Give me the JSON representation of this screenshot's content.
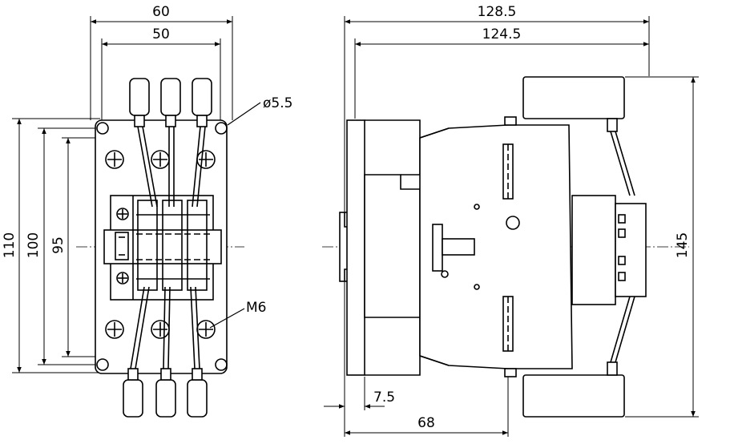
{
  "front_view": {
    "dim_width_outer": "60",
    "dim_width_inner": "50",
    "dim_height_110": "110",
    "dim_height_100": "100",
    "dim_height_95": "95",
    "hole_label": "ø5.5",
    "screw_label": "M6"
  },
  "side_view": {
    "dim_depth_total": "128.5",
    "dim_depth_inner": "124.5",
    "dim_height_145": "145",
    "dim_rail": "7.5",
    "dim_body": "68"
  }
}
